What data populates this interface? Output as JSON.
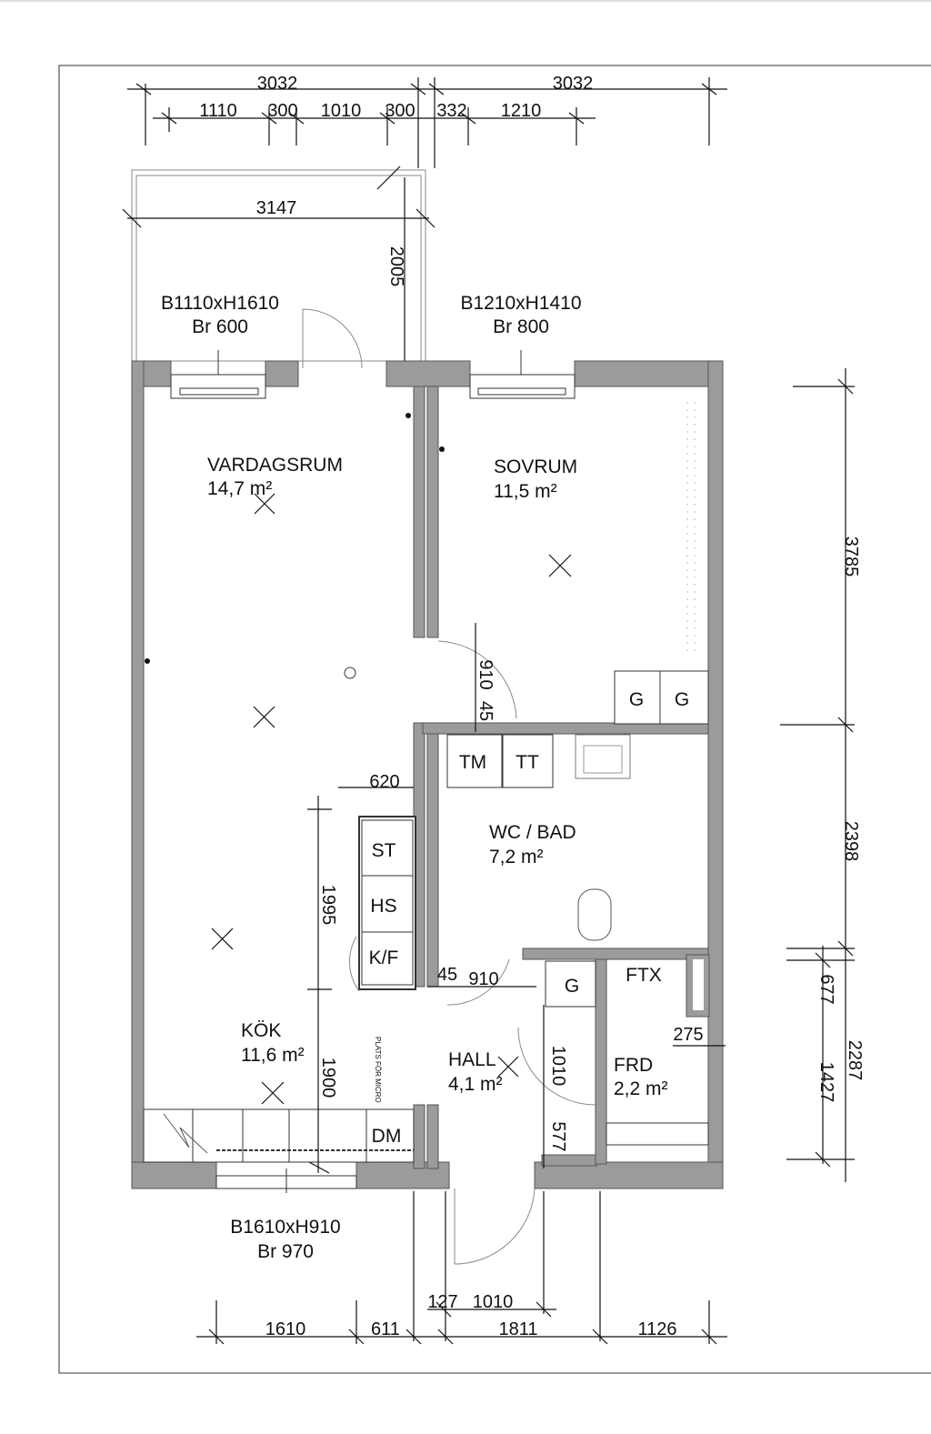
{
  "rooms": {
    "vardagsrum": {
      "name": "VARDAGSRUM",
      "area": "14,7 m²"
    },
    "sovrum": {
      "name": "SOVRUM",
      "area": "11,5 m²"
    },
    "wc_bad": {
      "name": "WC / BAD",
      "area": "7,2 m²"
    },
    "kok": {
      "name": "KÖK",
      "area": "11,6 m²"
    },
    "hall": {
      "name": "HALL",
      "area": "4,1 m²"
    },
    "frd": {
      "name": "FRD",
      "area": "2,2 m²"
    }
  },
  "windows": {
    "living": {
      "size": "B1110xH1610",
      "br": "Br 600"
    },
    "bedroom": {
      "size": "B1210xH1410",
      "br": "Br 800"
    },
    "kitchen": {
      "size": "B1610xH910",
      "br": "Br 970"
    }
  },
  "appliances": {
    "st": "ST",
    "hs": "HS",
    "kf": "K/F",
    "dm": "DM",
    "tm": "TM",
    "tt": "TT",
    "g": "G",
    "ftx": "FTX",
    "micro_note": "PLATS FÖR MICRO"
  },
  "dimensions": {
    "top_total_left": "3032",
    "top_total_right": "3032",
    "top_parts": [
      "1110",
      "300",
      "1010",
      "300",
      "332",
      "1210"
    ],
    "balcony_width": "3147",
    "balcony_depth": "2005",
    "right_parts": [
      "3785",
      "2398",
      "677",
      "1427",
      "2287"
    ],
    "door_living_bed": "910",
    "door_living_bed_offset": "45",
    "kitchen_wall": "620",
    "kitchen_run": "1995",
    "kitchen_lower": "1900",
    "bath_door_offset": "45",
    "bath_door": "910",
    "hall_door": "1010",
    "hall_small": "577",
    "frd_wall": "275",
    "bottom_door_offset": "127",
    "bottom_door": "1010",
    "bottom_parts": [
      "1610",
      "611",
      "1811",
      "1126"
    ]
  }
}
